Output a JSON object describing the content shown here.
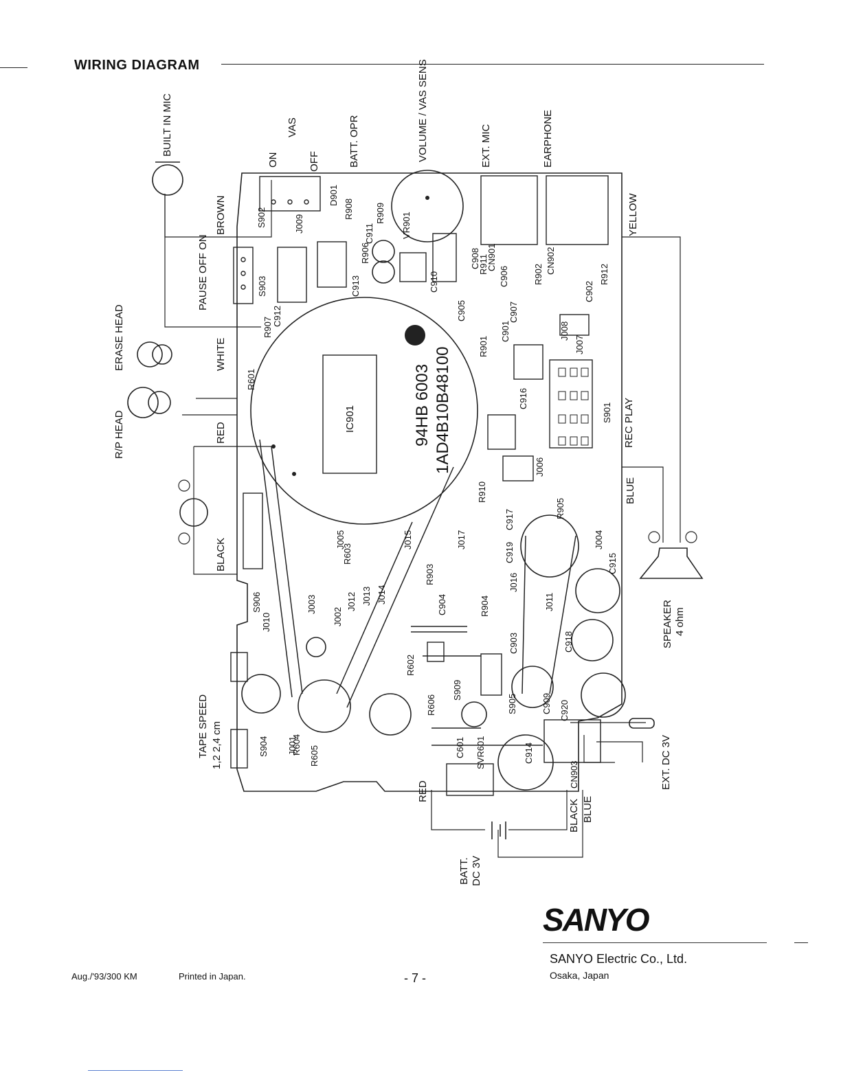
{
  "header": {
    "title": "WIRING DIAGRAM"
  },
  "labels": {
    "built_in_mic": "BUILT IN MIC",
    "vas": "VAS",
    "on": "ON",
    "off": "OFF",
    "batt_opr": "BATT. OPR",
    "volume_vas_sens": "VOLUME / VAS SENS",
    "ext_mic": "EXT. MIC",
    "earphone": "EARPHONE",
    "yellow": "YELLOW",
    "brown": "BROWN",
    "pause_off_on": "PAUSE OFF ON",
    "erase_head": "ERASE HEAD",
    "rp_head": "R/P HEAD",
    "white": "WHITE",
    "red": "RED",
    "black": "BLACK",
    "rec_play": "REC PLAY",
    "blue": "BLUE",
    "speaker": "SPEAKER",
    "speaker_ohm": "4 ohm",
    "tape_speed": "TAPE SPEED",
    "tape_speed_values": "1,2 2,4 cm",
    "ext_dc": "EXT. DC 3V",
    "batt": "BATT.",
    "batt_dc": "DC 3V",
    "ic": "IC901",
    "ic_code1": "94HB 6003",
    "ic_code2": "1AD4B10B48100",
    "components": [
      "S902",
      "J009",
      "R908",
      "R909",
      "D901",
      "VR901",
      "C911",
      "R906",
      "C913",
      "C910",
      "C908",
      "R911",
      "CN901",
      "CN902",
      "C906",
      "R902",
      "R912",
      "C902",
      "C905",
      "C907",
      "S903",
      "R907",
      "C912",
      "R601",
      "C901",
      "J008",
      "J007",
      "R901",
      "C916",
      "S901",
      "R910",
      "C917",
      "J006",
      "R905",
      "J005",
      "R603",
      "J015",
      "J017",
      "C919",
      "J016",
      "J004",
      "C915",
      "R903",
      "C904",
      "R904",
      "J011",
      "S906",
      "J010",
      "J003",
      "J002",
      "J012",
      "J013",
      "J014",
      "C903",
      "C918",
      "R602",
      "S905",
      "R606",
      "S909",
      "C909",
      "C920",
      "S904",
      "J001",
      "R604",
      "R605",
      "C601",
      "SVR601",
      "C914",
      "CN903"
    ]
  },
  "footer": {
    "brand": "SANYO",
    "company": "SANYO Electric Co., Ltd.",
    "location": "Osaka, Japan",
    "edition": "Aug./'93/300 KM",
    "printed": "Printed in Japan.",
    "page": "- 7 -"
  }
}
